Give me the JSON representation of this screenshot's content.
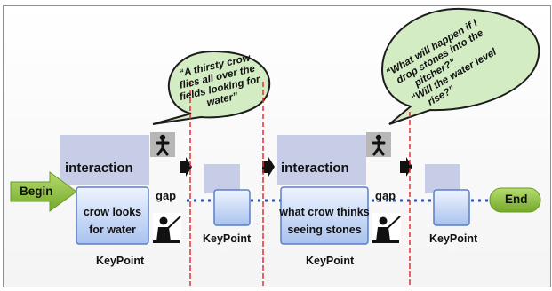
{
  "begin": "Begin",
  "end": "End",
  "bubbles": [
    {
      "lines": [
        "“A thirsty crow",
        "flies all over the",
        "fields looking for",
        "water”"
      ]
    },
    {
      "lines": [
        "“What will happen if I",
        "drop stones into the",
        "pitcher?”",
        "“Will the water level",
        "rise?”"
      ]
    }
  ],
  "stages": [
    {
      "interaction": "interaction",
      "lines": [
        "crow looks",
        "for water"
      ],
      "keypoint": "KeyPoint",
      "gap": "gap"
    },
    {
      "keypoint": "KeyPoint"
    },
    {
      "interaction": "interaction",
      "lines": [
        "what crow thinks",
        "seeing stones"
      ],
      "keypoint": "KeyPoint",
      "gap": "gap"
    },
    {
      "keypoint": "KeyPoint"
    }
  ],
  "colors": {
    "block": "#c7cde6",
    "inner_top": "#e3edff",
    "inner_bottom": "#a5c0ee",
    "arrow_green": "#8fc23f",
    "bubble": "#d3ecc4",
    "dashed_red": "#e53030",
    "dotted_blue": "#2f4f8f"
  },
  "icons": [
    "walking-person-icon",
    "teacher-pointer-icon",
    "right-arrow-icon"
  ]
}
